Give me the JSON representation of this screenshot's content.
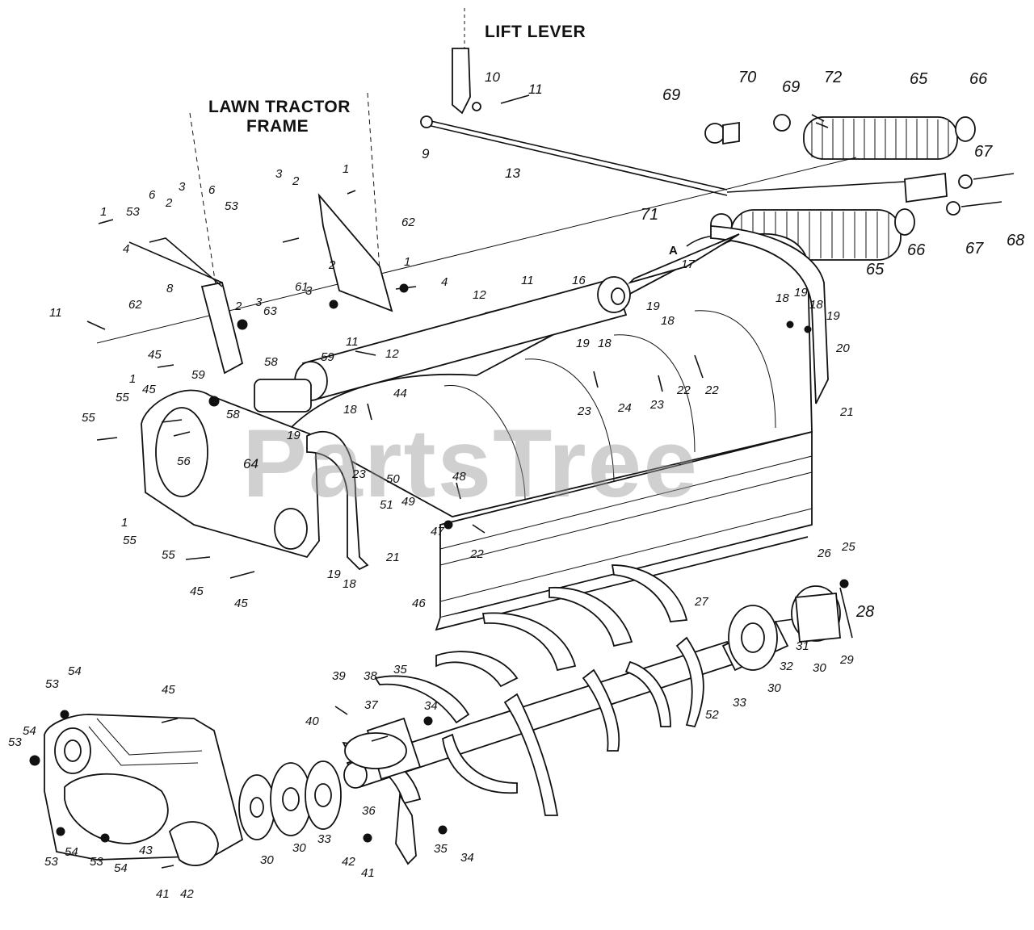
{
  "headers": {
    "lift_lever": "LIFT LEVER",
    "frame_line1": "LAWN TRACTOR",
    "frame_line2": "FRAME"
  },
  "watermark": "PartsTree",
  "callouts": [
    "1",
    "2",
    "3",
    "4",
    "6",
    "8",
    "9",
    "10",
    "11",
    "12",
    "13",
    "16",
    "17",
    "18",
    "19",
    "20",
    "21",
    "22",
    "23",
    "24",
    "25",
    "26",
    "27",
    "28",
    "29",
    "30",
    "31",
    "32",
    "33",
    "34",
    "35",
    "36",
    "37",
    "38",
    "39",
    "40",
    "41",
    "42",
    "43",
    "44",
    "45",
    "46",
    "47",
    "48",
    "49",
    "50",
    "51",
    "52",
    "53",
    "54",
    "55",
    "56",
    "58",
    "59",
    "61",
    "62",
    "63",
    "64",
    "65",
    "66",
    "67",
    "68",
    "69",
    "70",
    "71",
    "72",
    "A"
  ]
}
